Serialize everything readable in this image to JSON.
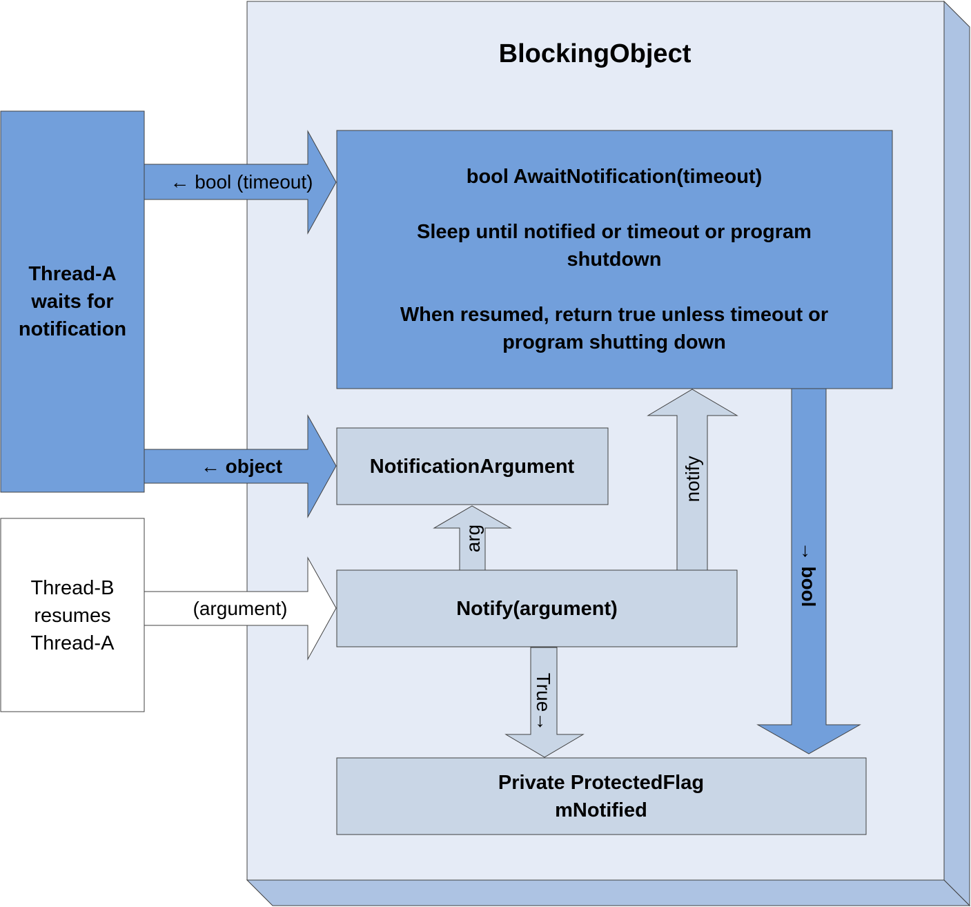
{
  "title": "BlockingObject",
  "thread_a": {
    "lines": [
      "Thread-A",
      "waits for",
      "notification"
    ]
  },
  "thread_b": {
    "lines": [
      "Thread-B",
      "resumes",
      "Thread-A"
    ]
  },
  "await_box": {
    "signature": "bool AwaitNotification(timeout)",
    "line2a": "Sleep until notified or timeout or program",
    "line2b": "shutdown",
    "line3a": "When resumed, return true unless timeout or",
    "line3b": "program shutting down"
  },
  "notification_argument": "NotificationArgument",
  "notify_box": "Notify(argument)",
  "flag_box": {
    "line1": "Private ProtectedFlag",
    "line2": "mNotified"
  },
  "arrows": {
    "timeout": "← bool (timeout)",
    "object": "← object",
    "argument": "(argument)",
    "arg": "arg",
    "notify": "notify",
    "true_flag": "True→",
    "bool_down": "→ bool"
  },
  "colors": {
    "dark_blue": "#729fdb",
    "light_blue": "#c9d6e6",
    "bg_panel": "#e5ebf6",
    "side_3d": "#adc3e3",
    "stroke": "#404040"
  }
}
